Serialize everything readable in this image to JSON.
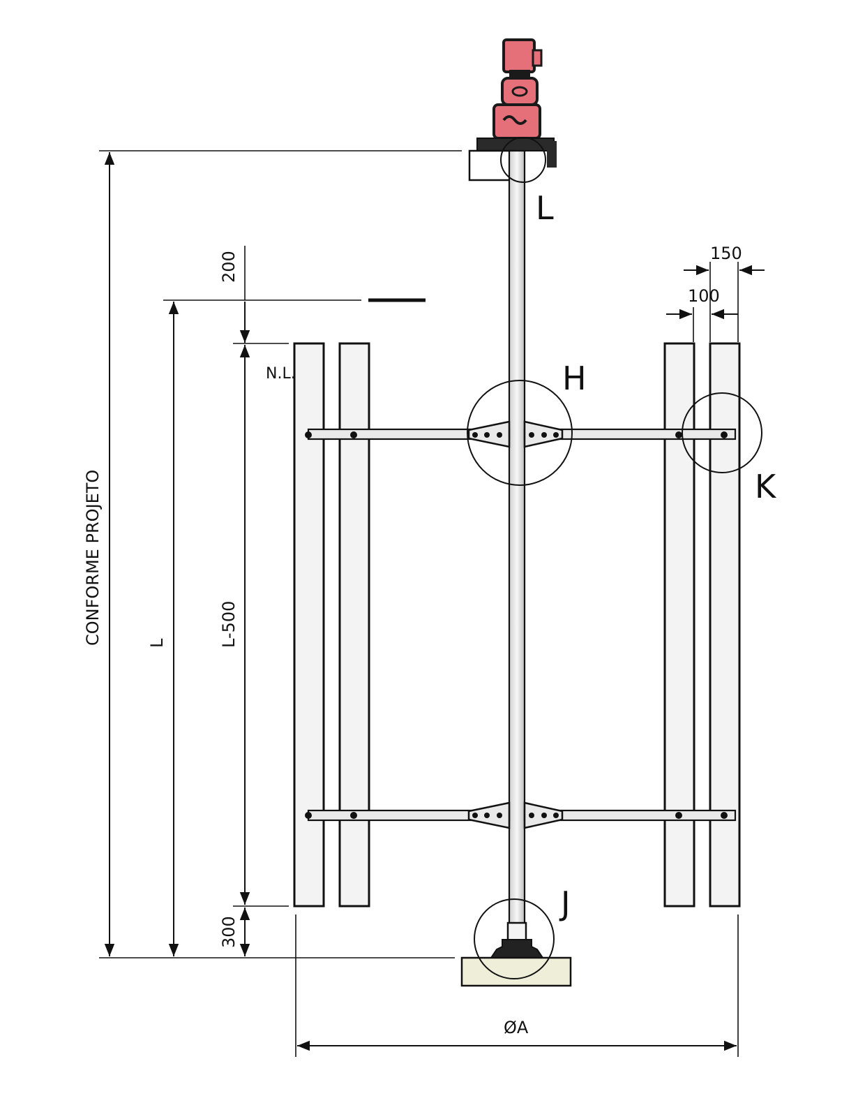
{
  "drawing": {
    "dimensions": {
      "overall_height": "CONFORME PROJETO",
      "length": "L",
      "blade_length": "L-500",
      "top_offset": "200",
      "bottom_offset": "300",
      "blade_width_outer": "150",
      "blade_width_inner": "100",
      "diameter": "ØA"
    },
    "level_label": "N.L.",
    "details": {
      "top": "L",
      "hub": "H",
      "blade_tip": "K",
      "bottom_bearing": "J"
    }
  },
  "colors": {
    "motor": "#e5707a",
    "motor_dark": "#1a1a1a",
    "base_plate": "#efeed9",
    "blade_fill": "#f3f3f3"
  }
}
